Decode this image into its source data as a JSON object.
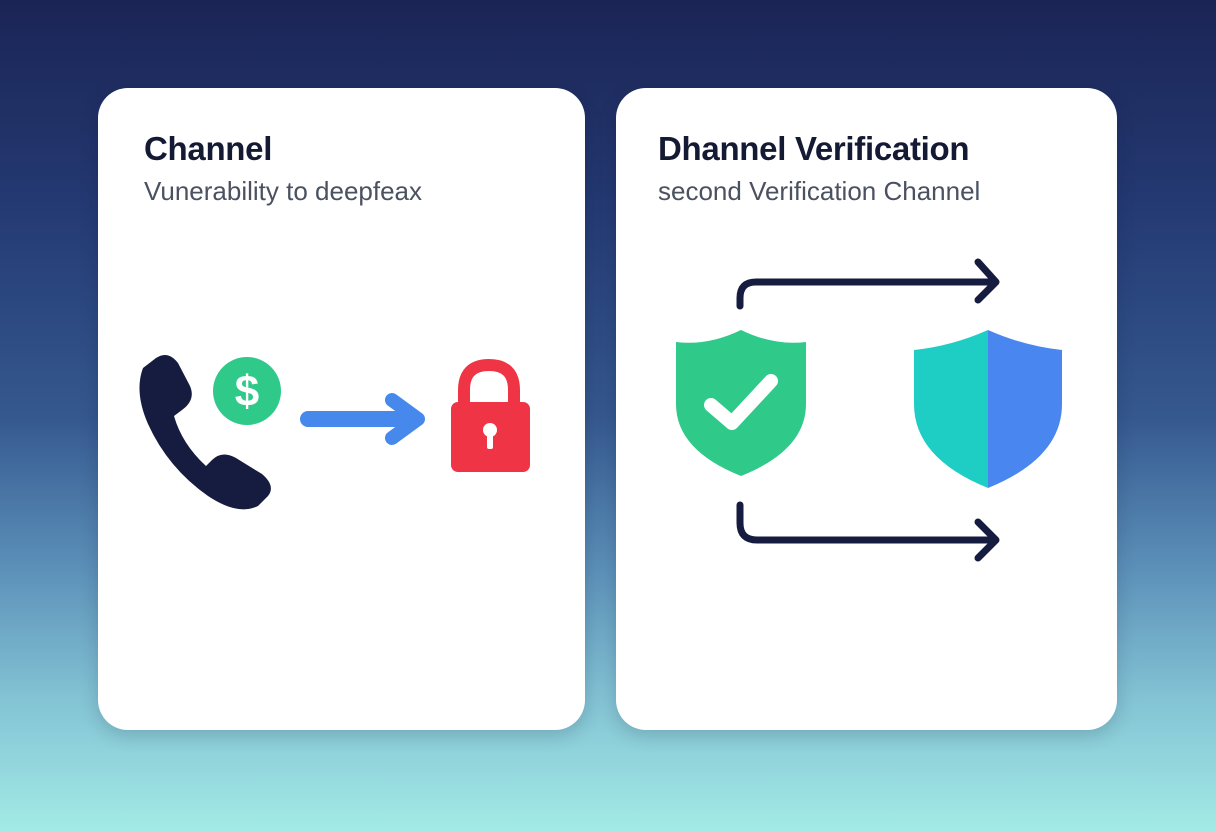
{
  "cards": [
    {
      "title": "Channel",
      "subtitle": "Vunerability to deepfeax",
      "icons": [
        "phone-icon",
        "dollar-icon",
        "arrow-right-icon",
        "padlock-icon"
      ],
      "icon_symbol": "$"
    },
    {
      "title": "Dhannel Verification",
      "subtitle": "second Verification Channel",
      "icons": [
        "shield-check-icon",
        "shield-icon",
        "arrow-top-icon",
        "arrow-bottom-icon"
      ]
    }
  ],
  "colors": {
    "dark_navy": "#161c3f",
    "green": "#2fc98a",
    "blue": "#4688ec",
    "red": "#ef3545",
    "teal": "#1ecdc4",
    "shield_blue": "#4a86f0"
  }
}
